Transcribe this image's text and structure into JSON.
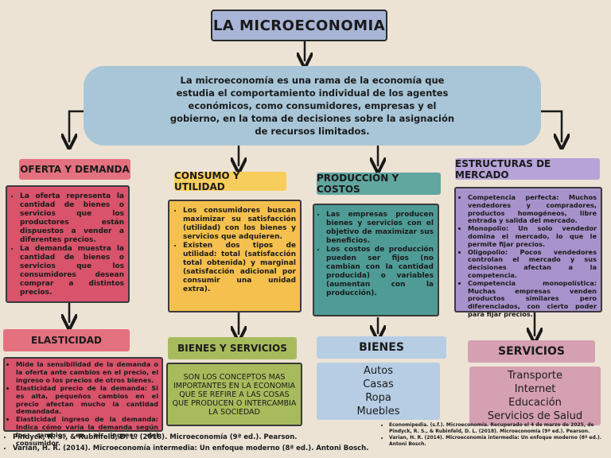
{
  "title": "LA MICROECONOMIA",
  "intro": "La microeconomía es una rama de la economía que estudia el comportamiento individual de los agentes económicos, como consumidores, empresas y el gobierno, en la toma de decisiones sobre la asignación de recursos limitados.",
  "oferta": {
    "header": "OFERTA Y DEMANDA",
    "items": [
      "La oferta representa la cantidad de bienes o servicios que los productores están dispuestos a vender a diferentes precios.",
      "La demanda muestra la cantidad de bienes o servicios que los consumidores desean comprar a distintos precios."
    ]
  },
  "consumo": {
    "header": "CONSUMO Y UTILIDAD",
    "items": [
      "Los consumidores buscan maximizar su satisfacción (utilidad) con los bienes y servicios que adquieren.",
      "Existen dos tipos de utilidad: total (satisfacción total obtenida) y marginal (satisfacción adicional por consumir una unidad extra)."
    ]
  },
  "produccion": {
    "header": "PRODUCCIÓN Y COSTOS",
    "items": [
      "Las empresas producen bienes y servicios con el objetivo de maximizar sus beneficios.",
      "Los costos de producción pueden ser fijos (no cambian con la cantidad producida) o variables (aumentan con la producción)."
    ]
  },
  "estructuras": {
    "header": "ESTRUCTURAS DE MERCADO",
    "items": [
      "Competencia perfecta: Muchos vendedores y compradores, productos homogéneos, libre entrada y salida del mercado.",
      "Monopolio: Un solo vendedor domina el mercado, lo que le permite fijar precios.",
      "Oligopolio: Pocos vendedores controlan el mercado y sus decisiones afectan a la competencia.",
      "Competencia monopolística: Muchas empresas venden productos similares pero diferenciados, con cierto poder para fijar precios."
    ]
  },
  "elasticidad": {
    "header": "ELASTICIDAD",
    "items": [
      "Mide la sensibilidad de la demanda o la oferta ante cambios en el precio, el ingreso o los precios de otros bienes.",
      "Elasticidad precio de la demanda: Si es alta, pequeños cambios en el precio afectan mucho la cantidad demandada.",
      "Elasticidad ingreso de la demanda: Indica cómo varía la demanda según los cambios en el ingreso del consumidor."
    ]
  },
  "bienes_servicios": {
    "header": "BIENES Y SERVICIOS",
    "text": "SON LOS CONCEPTOS MAS IMPORTANTES EN LA ECONOMIA QUE SE REFIRE A LAS COSAS QUE PRODUCEN O INTERCAMBIA LA SOCIEDAD"
  },
  "bienes": {
    "header": "BIENES",
    "items": [
      "Autos",
      "Casas",
      "Ropa",
      "Muebles"
    ]
  },
  "servicios": {
    "header": "SERVICIOS",
    "items": [
      "Transporte",
      "Internet",
      "Educación",
      "Servicios de Salud"
    ]
  },
  "references_left": [
    "Pindyck, R. S., & Rubinfeld, D. L. (2018). Microeconomía (9ª ed.). Pearson.",
    "Varian, H. R. (2014). Microeconomía intermedia: Un enfoque moderno (8ª ed.). Antoni Bosch."
  ],
  "references_right": [
    "Economipedia. (s.f.). Microeconomía. Recuperado el 4 de marzo de 2025, de Pindyck, R. S., & Rubinfeld, D. L. (2018). Microeconomía (9ª ed.). Pearson.",
    "Varian, H. R. (2014). Microeconomía intermedia: Un enfoque moderno (8ª ed.). Antoni Bosch."
  ],
  "colors": {
    "background": "#ece3d5",
    "title": "#a9b5d6",
    "intro": "#a8c6d8",
    "red": "#d9536b",
    "red_header": "#e4717f",
    "yellow": "#f5c04d",
    "yellow_header": "#f7cd5e",
    "teal": "#4f9c97",
    "teal_header": "#62a6a0",
    "purple": "#a892cc",
    "purple_header": "#b7a3d8",
    "green": "#a7bb5c",
    "blue": "#b6cde4",
    "pink": "#d5a0b1"
  }
}
